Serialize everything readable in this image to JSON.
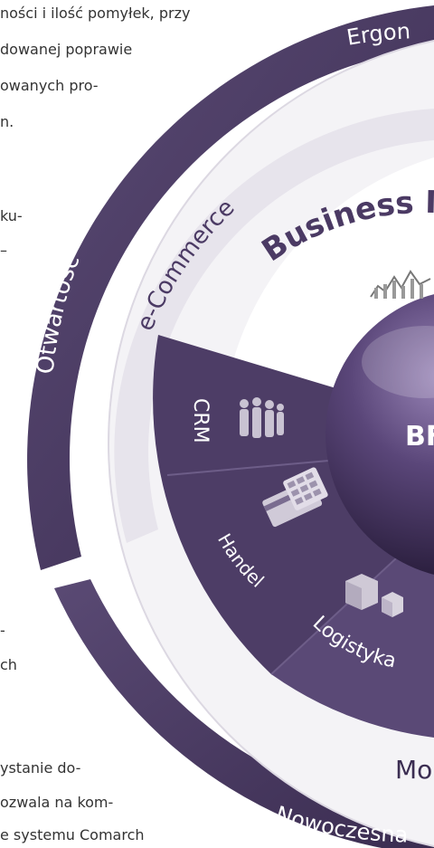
{
  "left_text": {
    "lines_top": [
      "ności i ilość pomyłek, przy",
      "dowanej poprawie",
      "owanych pro-",
      "n."
    ],
    "lines_mid": [
      "ku-",
      "–"
    ],
    "lines_lower": [
      "-",
      "ch"
    ],
    "lines_bottom": [
      "ystanie do-",
      "ozwala na kom-",
      "e systemu Comarch"
    ]
  },
  "wheel": {
    "outer_ring": {
      "top": "Ergon",
      "left": "Otwartość",
      "bottom": "Nowoczesna",
      "bottom_inner": "Mo"
    },
    "middle_ring": {
      "ecommerce": "e-Commerce"
    },
    "bi_title": "Business In",
    "center": "BF",
    "segments": {
      "crm": "CRM",
      "handel": "Handel",
      "logistyka": "Logistyka"
    }
  },
  "colors": {
    "purple": "#4b3a64",
    "purple_dark": "#3b2d52",
    "purple_light": "#6b5b85",
    "bg": "#ffffff"
  }
}
